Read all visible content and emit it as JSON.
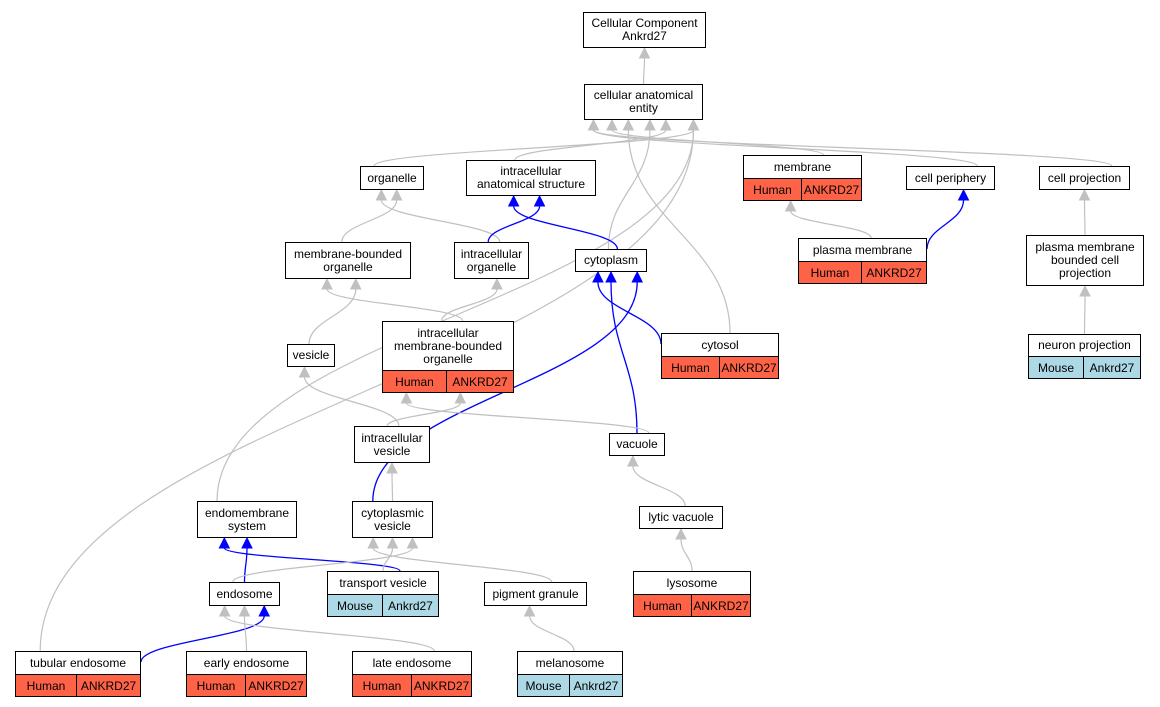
{
  "colors": {
    "human": "#ff6347",
    "mouse": "#add8e6",
    "edge_gray": "#c0c0c0",
    "edge_blue": "#0000ff"
  },
  "nodes": [
    {
      "id": "cellular_component",
      "label": "Cellular Component\nAnkrd27"
    },
    {
      "id": "cellular_anatomical_entity",
      "label": "cellular anatomical\nentity"
    },
    {
      "id": "organelle",
      "label": "organelle"
    },
    {
      "id": "intracellular_anatomical_structure",
      "label": "intracellular\nanatomical structure"
    },
    {
      "id": "membrane",
      "label": "membrane",
      "species": "Human",
      "gene": "ANKRD27"
    },
    {
      "id": "cell_periphery",
      "label": "cell periphery"
    },
    {
      "id": "cell_projection",
      "label": "cell projection"
    },
    {
      "id": "membrane_bounded_organelle",
      "label": "membrane-bounded\norganelle"
    },
    {
      "id": "intracellular_organelle",
      "label": "intracellular\norganelle"
    },
    {
      "id": "cytoplasm",
      "label": "cytoplasm"
    },
    {
      "id": "plasma_membrane",
      "label": "plasma membrane",
      "species": "Human",
      "gene": "ANKRD27"
    },
    {
      "id": "plasma_membrane_bounded_cell_projection",
      "label": "plasma membrane\nbounded cell\nprojection"
    },
    {
      "id": "vesicle",
      "label": "vesicle"
    },
    {
      "id": "intracellular_membrane_bounded_organelle",
      "label": "intracellular\nmembrane-bounded\norganelle",
      "species": "Human",
      "gene": "ANKRD27"
    },
    {
      "id": "cytosol",
      "label": "cytosol",
      "species": "Human",
      "gene": "ANKRD27"
    },
    {
      "id": "neuron_projection",
      "label": "neuron projection",
      "species": "Mouse",
      "gene": "Ankrd27"
    },
    {
      "id": "intracellular_vesicle",
      "label": "intracellular\nvesicle"
    },
    {
      "id": "vacuole",
      "label": "vacuole"
    },
    {
      "id": "endomembrane_system",
      "label": "endomembrane\nsystem"
    },
    {
      "id": "cytoplasmic_vesicle",
      "label": "cytoplasmic\nvesicle"
    },
    {
      "id": "lytic_vacuole",
      "label": "lytic vacuole"
    },
    {
      "id": "endosome",
      "label": "endosome"
    },
    {
      "id": "transport_vesicle",
      "label": "transport vesicle",
      "species": "Mouse",
      "gene": "Ankrd27"
    },
    {
      "id": "pigment_granule",
      "label": "pigment granule"
    },
    {
      "id": "lysosome",
      "label": "lysosome",
      "species": "Human",
      "gene": "ANKRD27"
    },
    {
      "id": "tubular_endosome",
      "label": "tubular endosome",
      "species": "Human",
      "gene": "ANKRD27"
    },
    {
      "id": "early_endosome",
      "label": "early endosome",
      "species": "Human",
      "gene": "ANKRD27"
    },
    {
      "id": "late_endosome",
      "label": "late endosome",
      "species": "Human",
      "gene": "ANKRD27"
    },
    {
      "id": "melanosome",
      "label": "melanosome",
      "species": "Mouse",
      "gene": "Ankrd27"
    }
  ],
  "edges": [
    {
      "from": "cellular_anatomical_entity",
      "to": "cellular_component",
      "type": "gray"
    },
    {
      "from": "organelle",
      "to": "cellular_anatomical_entity",
      "type": "gray"
    },
    {
      "from": "intracellular_anatomical_structure",
      "to": "cellular_anatomical_entity",
      "type": "gray"
    },
    {
      "from": "membrane",
      "to": "cellular_anatomical_entity",
      "type": "gray"
    },
    {
      "from": "cell_periphery",
      "to": "cellular_anatomical_entity",
      "type": "gray"
    },
    {
      "from": "cell_projection",
      "to": "cellular_anatomical_entity",
      "type": "gray"
    },
    {
      "from": "cytoplasm",
      "to": "cellular_anatomical_entity",
      "type": "gray"
    },
    {
      "from": "cytosol",
      "to": "cellular_anatomical_entity",
      "type": "gray"
    },
    {
      "from": "endomembrane_system",
      "to": "cellular_anatomical_entity",
      "type": "gray"
    },
    {
      "from": "tubular_endosome",
      "to": "cellular_anatomical_entity",
      "type": "gray"
    },
    {
      "from": "membrane_bounded_organelle",
      "to": "organelle",
      "type": "gray"
    },
    {
      "from": "intracellular_organelle",
      "to": "organelle",
      "type": "gray"
    },
    {
      "from": "intracellular_organelle",
      "to": "intracellular_anatomical_structure",
      "type": "blue"
    },
    {
      "from": "cytoplasm",
      "to": "intracellular_anatomical_structure",
      "type": "blue"
    },
    {
      "from": "plasma_membrane",
      "to": "membrane",
      "type": "gray"
    },
    {
      "from": "plasma_membrane",
      "to": "cell_periphery",
      "type": "blue"
    },
    {
      "from": "plasma_membrane_bounded_cell_projection",
      "to": "cell_projection",
      "type": "gray"
    },
    {
      "from": "neuron_projection",
      "to": "plasma_membrane_bounded_cell_projection",
      "type": "gray"
    },
    {
      "from": "vesicle",
      "to": "membrane_bounded_organelle",
      "type": "gray"
    },
    {
      "from": "intracellular_membrane_bounded_organelle",
      "to": "membrane_bounded_organelle",
      "type": "gray"
    },
    {
      "from": "intracellular_membrane_bounded_organelle",
      "to": "intracellular_organelle",
      "type": "gray"
    },
    {
      "from": "cytosol",
      "to": "cytoplasm",
      "type": "blue"
    },
    {
      "from": "vacuole",
      "to": "cytoplasm",
      "type": "blue"
    },
    {
      "from": "cytoplasmic_vesicle",
      "to": "cytoplasm",
      "type": "blue"
    },
    {
      "from": "intracellular_vesicle",
      "to": "vesicle",
      "type": "gray"
    },
    {
      "from": "intracellular_vesicle",
      "to": "intracellular_membrane_bounded_organelle",
      "type": "gray"
    },
    {
      "from": "vacuole",
      "to": "intracellular_membrane_bounded_organelle",
      "type": "gray"
    },
    {
      "from": "cytoplasmic_vesicle",
      "to": "intracellular_vesicle",
      "type": "gray"
    },
    {
      "from": "lytic_vacuole",
      "to": "vacuole",
      "type": "gray"
    },
    {
      "from": "lysosome",
      "to": "lytic_vacuole",
      "type": "gray"
    },
    {
      "from": "endosome",
      "to": "endomembrane_system",
      "type": "blue"
    },
    {
      "from": "transport_vesicle",
      "to": "endomembrane_system",
      "type": "blue"
    },
    {
      "from": "endosome",
      "to": "cytoplasmic_vesicle",
      "type": "gray"
    },
    {
      "from": "transport_vesicle",
      "to": "cytoplasmic_vesicle",
      "type": "gray"
    },
    {
      "from": "pigment_granule",
      "to": "cytoplasmic_vesicle",
      "type": "gray"
    },
    {
      "from": "tubular_endosome",
      "to": "endosome",
      "type": "blue"
    },
    {
      "from": "early_endosome",
      "to": "endosome",
      "type": "gray"
    },
    {
      "from": "late_endosome",
      "to": "endosome",
      "type": "gray"
    },
    {
      "from": "melanosome",
      "to": "pigment_granule",
      "type": "gray"
    }
  ]
}
